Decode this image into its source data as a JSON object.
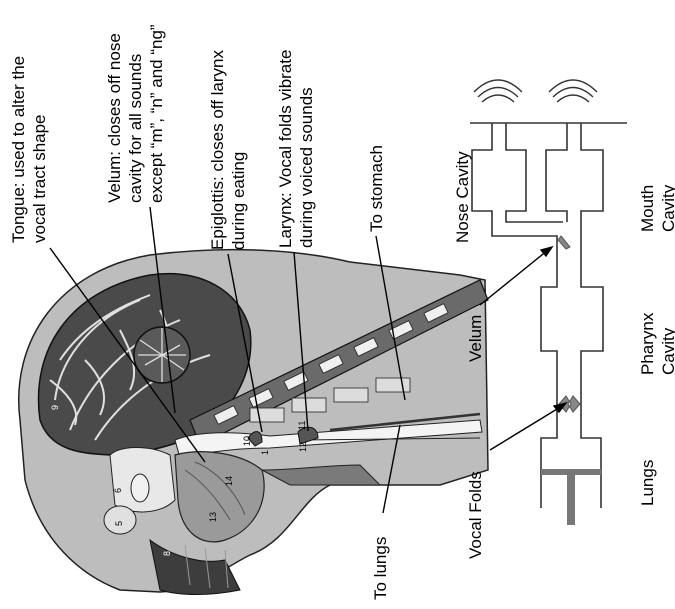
{
  "left_annotations": {
    "tongue": [
      "Tongue: used to alter the",
      "vocal tract shape"
    ],
    "velum": [
      "Velum: closes off nose",
      "cavity for all sounds",
      "except “m”, “n” and “ng”"
    ],
    "epiglottis": [
      "Epiglottis: closes off larynx",
      "during eating"
    ],
    "larynx": [
      "Larynx: Vocal folds vibrate",
      "during voiced sounds"
    ],
    "stomach": "To stomach",
    "lungs": "To lungs"
  },
  "anatomy_numbers": [
    "9",
    "6",
    "5",
    "8",
    "13",
    "14",
    "10",
    "1",
    "12",
    "11"
  ],
  "model_labels": {
    "nose_cavity": "Nose Cavity",
    "mouth_cavity": [
      "Mouth",
      "Cavity"
    ],
    "velum": "Velum",
    "pharynx_cavity": [
      "Pharynx",
      "Cavity"
    ],
    "vocal_folds": "Vocal Folds",
    "lungs": "Lungs"
  },
  "colors": {
    "ink": "#000000",
    "tissue_dark": "#3a3a3a",
    "tissue_mid": "#8a8a8a",
    "tissue_light": "#cfcfcf",
    "tube": "#333333",
    "piston": "#777777"
  }
}
